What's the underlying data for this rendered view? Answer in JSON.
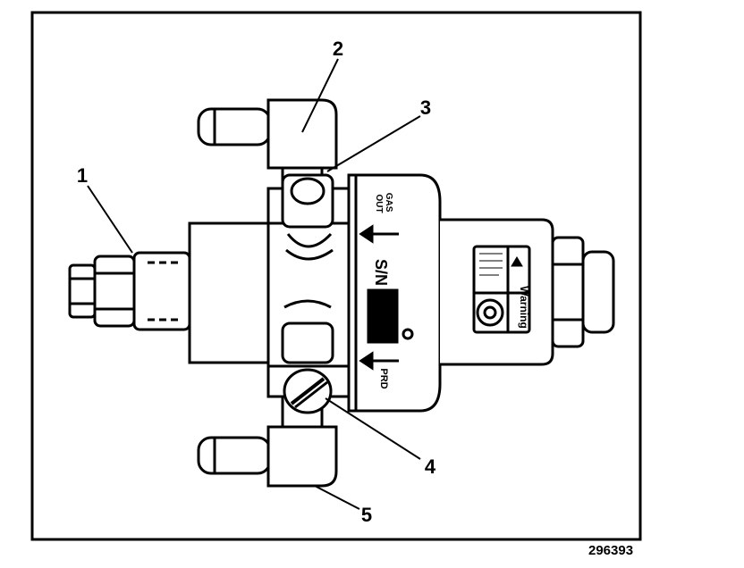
{
  "callouts": [
    {
      "id": "1",
      "text": "1"
    },
    {
      "id": "2",
      "text": "2"
    },
    {
      "id": "3",
      "text": "3"
    },
    {
      "id": "4",
      "text": "4"
    },
    {
      "id": "5",
      "text": "5"
    }
  ],
  "regulator_labels": {
    "gas_out": "GAS\nOUT",
    "prd": "PRD",
    "sn": "S/N",
    "warning": "Warning"
  },
  "figure_number": "296393"
}
